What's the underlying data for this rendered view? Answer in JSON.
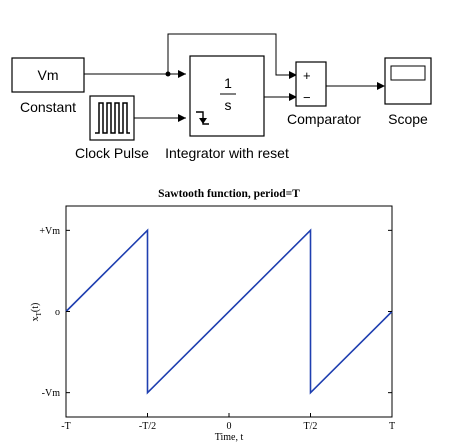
{
  "diagram": {
    "constant": {
      "text": "Vm",
      "label": "Constant"
    },
    "clock": {
      "label": "Clock Pulse"
    },
    "integrator": {
      "numerator": "1",
      "denominator": "s",
      "label": "Integrator with reset"
    },
    "comparator": {
      "plus": "+",
      "minus": "−",
      "label": "Comparator"
    },
    "scope": {
      "label": "Scope"
    }
  },
  "chart_data": {
    "type": "line",
    "title": "Sawtooth function, period=T",
    "xlabel": "Time, t",
    "ylabel": "x",
    "ylabel_sub": "T",
    "ylabel_tail": "(t)",
    "xlim": [
      -1,
      1
    ],
    "ylim": [
      -1.3,
      1.3
    ],
    "x_ticks": [
      {
        "value": -1,
        "label": "-T"
      },
      {
        "value": -0.5,
        "label": "-T/2"
      },
      {
        "value": 0,
        "label": "0"
      },
      {
        "value": 0.5,
        "label": "T/2"
      },
      {
        "value": 1,
        "label": "T"
      }
    ],
    "y_ticks": [
      {
        "value": -1,
        "label": "-Vm"
      },
      {
        "value": 0,
        "label": "o"
      },
      {
        "value": 1,
        "label": "+Vm"
      }
    ],
    "grid": true,
    "series": [
      {
        "color": "#1f3fb0",
        "x": [
          -1,
          -0.5,
          -0.5,
          0.5,
          0.5,
          1
        ],
        "y": [
          0,
          1,
          -1,
          1,
          -1,
          0
        ]
      }
    ]
  }
}
